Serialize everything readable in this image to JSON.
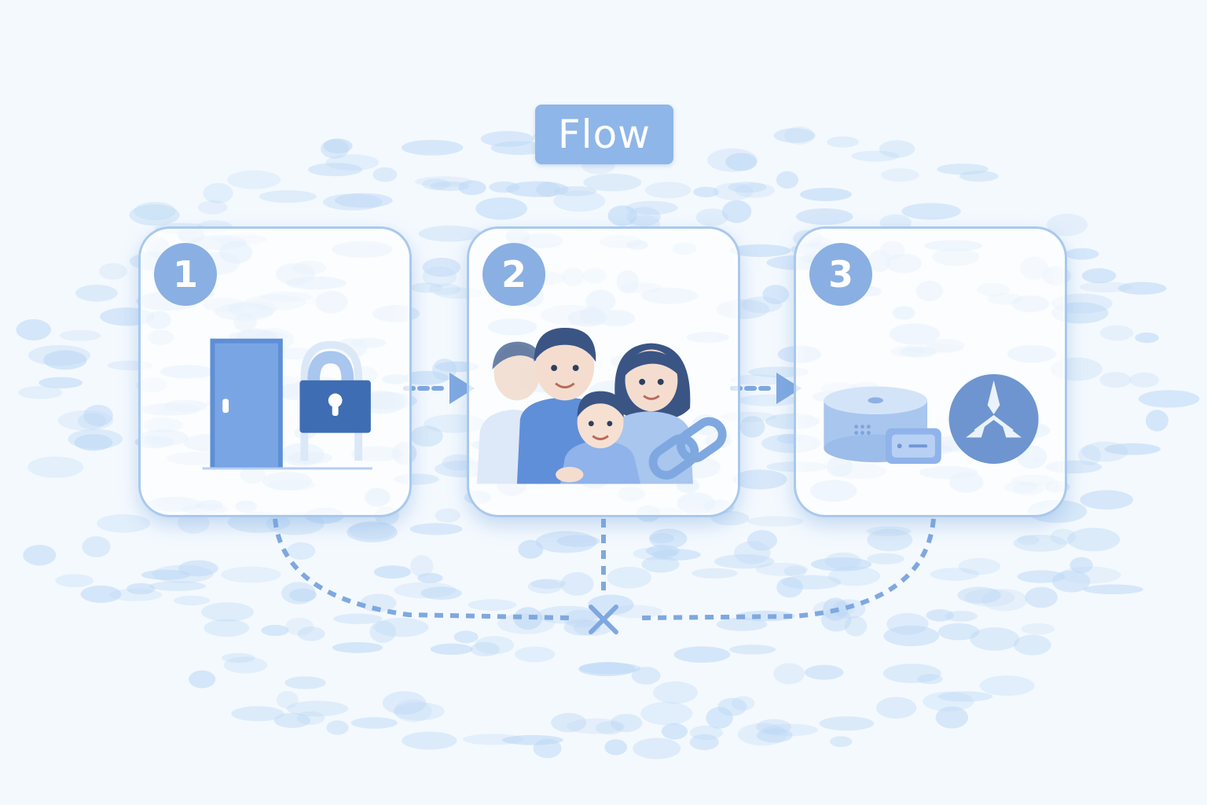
{
  "title": "Flow",
  "steps": [
    {
      "number": "1",
      "icons": [
        "door-icon",
        "padlock-icon"
      ]
    },
    {
      "number": "2",
      "icons": [
        "family-icon",
        "chain-link-icon"
      ]
    },
    {
      "number": "3",
      "icons": [
        "smart-speaker-icon",
        "hub-device-icon",
        "network-logo-icon"
      ]
    }
  ],
  "colors": {
    "accent": "#8fb6e8",
    "step_badge": "#8aafe2",
    "door": "#5e8fd6",
    "lock": "#3f6db3",
    "connector": "#7fa8e0",
    "background": "#f4f9fe",
    "blob": "#bcd8f5"
  }
}
